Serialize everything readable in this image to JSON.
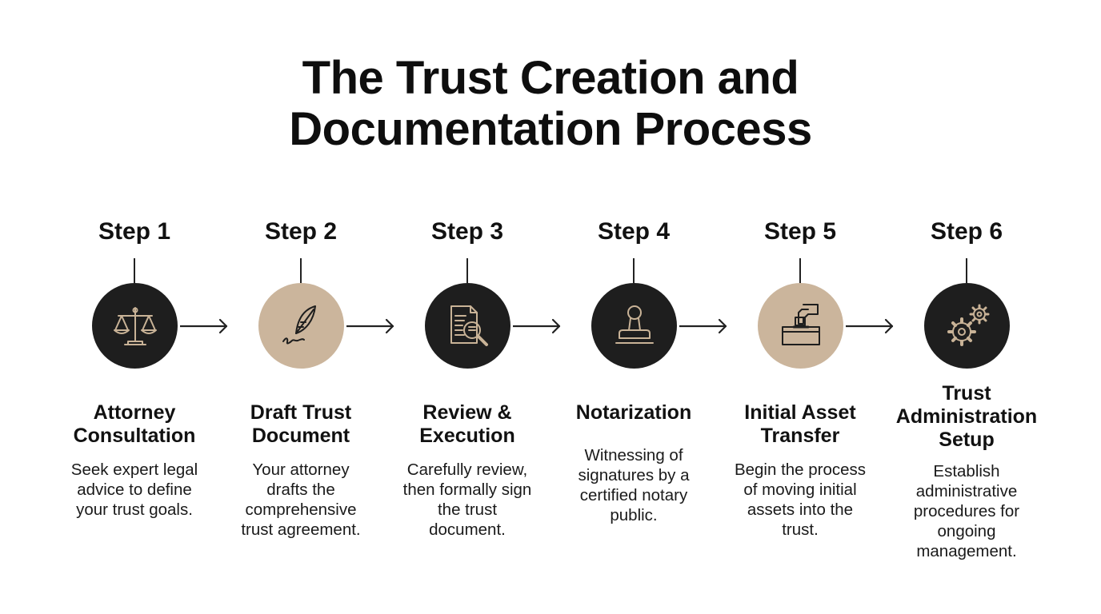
{
  "title": {
    "line1": "The Trust Creation and",
    "line2": "Documentation Process"
  },
  "steps": [
    {
      "label": "Step 1",
      "icon": "scales-of-justice-icon",
      "circle_color": "#1e1e1e",
      "heading": [
        "Attorney",
        "Consultation"
      ],
      "description": [
        "Seek expert legal",
        "advice to define",
        "your trust goals."
      ]
    },
    {
      "label": "Step 2",
      "icon": "quill-pen-icon",
      "circle_color": "#cbb59c",
      "heading": [
        "Draft Trust",
        "Document"
      ],
      "description": [
        "Your attorney",
        "drafts the",
        "comprehensive",
        "trust agreement."
      ]
    },
    {
      "label": "Step 3",
      "icon": "document-magnifier-icon",
      "circle_color": "#1e1e1e",
      "heading": [
        "Review &",
        "Execution"
      ],
      "description": [
        "Carefully review,",
        "then formally sign",
        "the trust",
        "document."
      ]
    },
    {
      "label": "Step 4",
      "icon": "notary-stamp-icon",
      "circle_color": "#1e1e1e",
      "heading": [
        "Notarization"
      ],
      "description": [
        "Witnessing of",
        "signatures by a",
        "certified notary",
        "public."
      ]
    },
    {
      "label": "Step 5",
      "icon": "hand-depositing-box-icon",
      "circle_color": "#cbb59c",
      "heading": [
        "Initial Asset",
        "Transfer"
      ],
      "description": [
        "Begin the process",
        "of moving initial",
        "assets into the",
        "trust."
      ]
    },
    {
      "label": "Step 6",
      "icon": "gears-icon",
      "circle_color": "#1e1e1e",
      "heading": [
        "Trust",
        "Administration",
        "Setup"
      ],
      "description": [
        "Establish",
        "administrative",
        "procedures for",
        "ongoing",
        "management."
      ]
    }
  ],
  "colors": {
    "dark_circle": "#1e1e1e",
    "beige_circle": "#cbb59c",
    "icon_on_dark": "#c9b397",
    "icon_on_beige": "#1e1e1e"
  }
}
